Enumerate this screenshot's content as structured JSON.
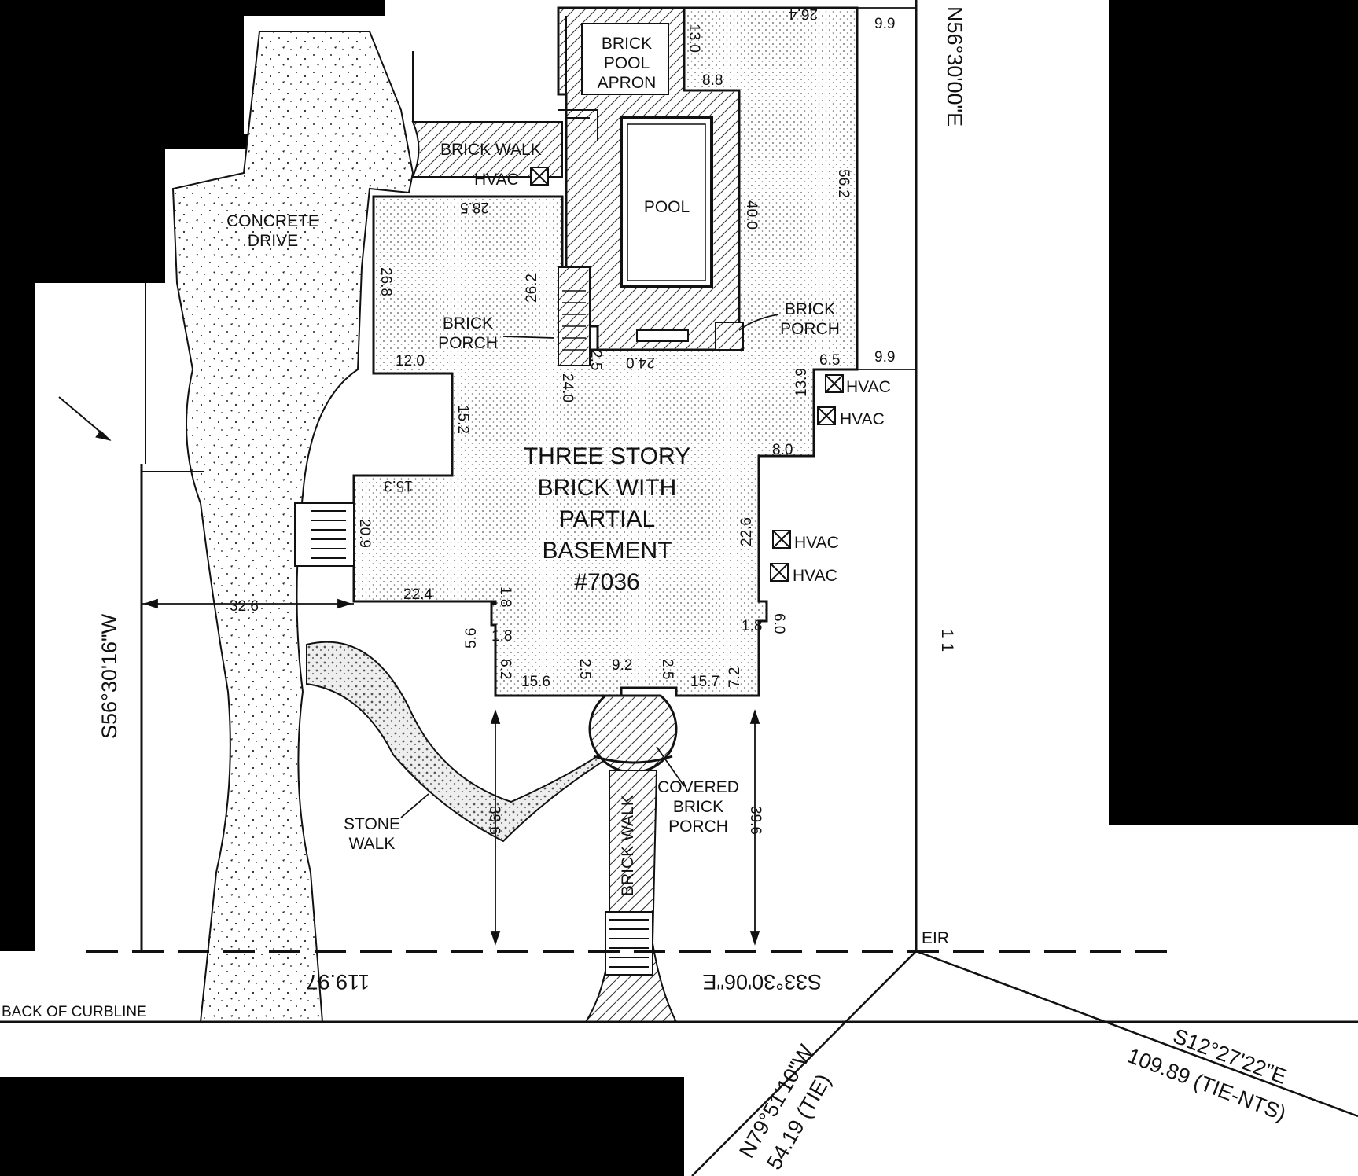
{
  "labels": {
    "concrete_drive": [
      "CONCRETE",
      "DRIVE"
    ],
    "brick_pool_apron": [
      "BRICK",
      "POOL",
      "APRON"
    ],
    "brick_walk_top": "BRICK WALK",
    "hvac": "HVAC",
    "pool": "POOL",
    "brick_porch": [
      "BRICK",
      "PORCH"
    ],
    "house": [
      "THREE STORY",
      "BRICK WITH",
      "PARTIAL",
      "BASEMENT",
      "#7036"
    ],
    "stone_walk": [
      "STONE",
      "WALK"
    ],
    "covered_brick_porch": [
      "COVERED",
      "BRICK",
      "PORCH"
    ],
    "brick_walk_front": "BRICK WALK",
    "back_of_curbline": "BACK OF CURBLINE",
    "eir": "EIR",
    "lot_marker": "1  1"
  },
  "bearings": {
    "east_line": "N56°30'00\"E",
    "west_line": "S56°30'16\"W",
    "front_line": "S33°30'06\"E",
    "front_distance": "119.97",
    "tie1_bearing": "N79°51'10\"W",
    "tie1_distance": "54.19 (TIE)",
    "tie2_bearing": "S12°27'22\"E",
    "tie2_distance": "109.89 (TIE-NTS)"
  },
  "dimensions": {
    "d_26_4": "26.4",
    "d_9_9a": "9.9",
    "d_13_0": "13.0",
    "d_8_8": "8.8",
    "d_56_2": "56.2",
    "d_40_0": "40.0",
    "d_28_5": "28.5",
    "d_26_8": "26.8",
    "d_26_2": "26.2",
    "d_12_0": "12.0",
    "d_24_0a": "24.0",
    "d_24_0b": "24.0",
    "d_2_5a": "2.5",
    "d_6_5": "6.5",
    "d_9_9b": "9.9",
    "d_13_9": "13.9",
    "d_8_0": "8.0",
    "d_15_2": "15.2",
    "d_15_3": "15.3",
    "d_20_9": "20.9",
    "d_22_6": "22.6",
    "d_32_6": "32.6",
    "d_22_4": "22.4",
    "d_1_8a": "1.8",
    "d_1_8b": "1.8",
    "d_1_8c": "1.8",
    "d_5_6": "5.6",
    "d_6_0": "6.0",
    "d_6_2": "6.2",
    "d_15_6": "15.6",
    "d_2_5b": "2.5",
    "d_9_2": "9.2",
    "d_2_5c": "2.5",
    "d_15_7": "15.7",
    "d_7_2": "7.2",
    "d_39_6a": "39.6",
    "d_39_6b": "39.6"
  }
}
